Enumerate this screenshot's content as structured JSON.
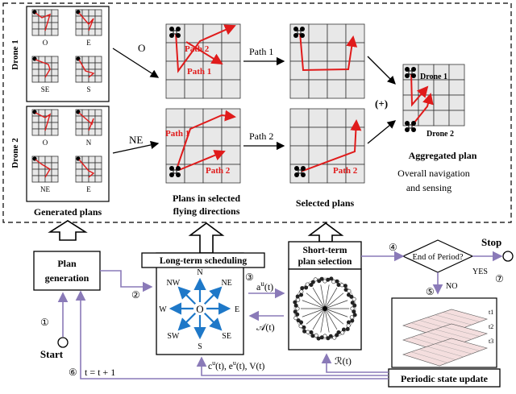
{
  "drone_labels": [
    "Drone 1",
    "Drone 2"
  ],
  "directions": [
    "O",
    "NE"
  ],
  "drone1_thumbs": [
    "O",
    "E",
    "SE",
    "S"
  ],
  "drone2_thumbs": [
    "O",
    "N",
    "NE",
    "E"
  ],
  "path_labels": {
    "path1": "Path 1",
    "path2": "Path 2"
  },
  "top_row": {
    "path1_label": "Path 1",
    "path2_label": "Path 2"
  },
  "plus_label": "(+)",
  "aggregated": {
    "drone1": "Drone 1",
    "drone2": "Drone 2",
    "title": "Aggregated plan",
    "subtitle_line1": "Overall navigation",
    "subtitle_line2": "and sensing"
  },
  "captions": {
    "generated": "Generated plans",
    "selected_dir_line1": "Plans in selected",
    "selected_dir_line2": "flying directions",
    "selected": "Selected plans"
  },
  "boxes": {
    "plan_gen_line1": "Plan",
    "plan_gen_line2": "generation",
    "long_term": "Long-term scheduling",
    "short_term_line1": "Short-term",
    "short_term_line2": "plan selection",
    "end_of_period": "End of Period?",
    "stop": "Stop",
    "periodic": "Periodic state update",
    "start": "Start"
  },
  "compass": {
    "N": "N",
    "NE": "NE",
    "E": "E",
    "SE": "SE",
    "S": "S",
    "SW": "SW",
    "W": "W",
    "NW": "NW",
    "O": "O"
  },
  "signals": {
    "a_u": "a^u(t)",
    "A_t": "𝒜(t)",
    "R_t": "ℛ(t)",
    "c_e_v": "c^u(t), e^u(t), V(t)",
    "t_update": "t = t + 1",
    "yes": "YES",
    "no": "NO"
  },
  "step_numbers": [
    "①",
    "②",
    "③",
    "④",
    "⑤",
    "⑥",
    "⑦"
  ],
  "layers": [
    "t1",
    "t2",
    "t3"
  ]
}
